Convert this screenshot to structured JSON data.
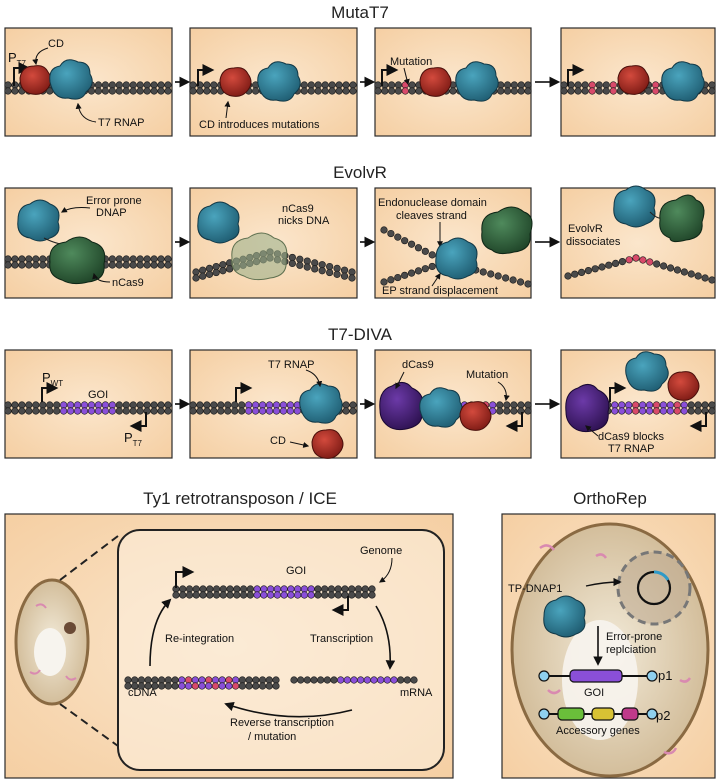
{
  "sections": {
    "mutat7": {
      "title": "MutaT7",
      "p_main": "P",
      "p_sub": "T7",
      "cd": "CD",
      "t7_rnap": "T7 RNAP",
      "cd_introduces": "CD introduces mutations",
      "mutation": "Mutation"
    },
    "evolvr": {
      "title": "EvolvR",
      "error_prone_1": "Error prone",
      "error_prone_2": "DNAP",
      "ncas9": "nCas9",
      "ncas9_nicks_1": "nCas9",
      "ncas9_nicks_2": "nicks DNA",
      "endo_1": "Endonuclease domain",
      "endo_2": "cleaves strand",
      "ep_strand": "EP strand displacement",
      "dissoc_1": "EvolvR",
      "dissoc_2": "dissociates"
    },
    "t7diva": {
      "title": "T7-DIVA",
      "pwt_main": "P",
      "pwt_sub": "WT",
      "goi": "GOI",
      "pt7_main": "P",
      "pt7_sub": "T7",
      "t7_rnap": "T7 RNAP",
      "cd": "CD",
      "dcas9": "dCas9",
      "mutation": "Mutation",
      "blocks_1": "dCas9 blocks",
      "blocks_2": "T7 RNAP"
    },
    "ty1": {
      "title": "Ty1 retrotransposon / ICE",
      "goi": "GOI",
      "genome": "Genome",
      "reintegration": "Re-integration",
      "transcription": "Transcription",
      "cdna": "cDNA",
      "mrna": "mRNA",
      "rt_1": "Reverse transcription",
      "rt_2": "/ mutation"
    },
    "orthorep": {
      "title": "OrthoRep",
      "tp_dnap1": "TP-DNAP1",
      "ep_1": "Error-prone",
      "ep_2": "replciation",
      "goi": "GOI",
      "p1": "p1",
      "p2": "p2",
      "accessory": "Accessory genes"
    }
  },
  "colors": {
    "panel_bg": "#f8d9b5",
    "panel_border": "#2b2b2b",
    "dna": "#4a4a4a",
    "goi_purple": "#8a4fd8",
    "mutation_red": "#d84a6a",
    "t7_teal": "#2f7a92",
    "cd_red": "#a3261e",
    "ncas9_green": "#2e5e3a",
    "dcas9_purple": "#4a237a",
    "cell": "#d8c4a0"
  }
}
